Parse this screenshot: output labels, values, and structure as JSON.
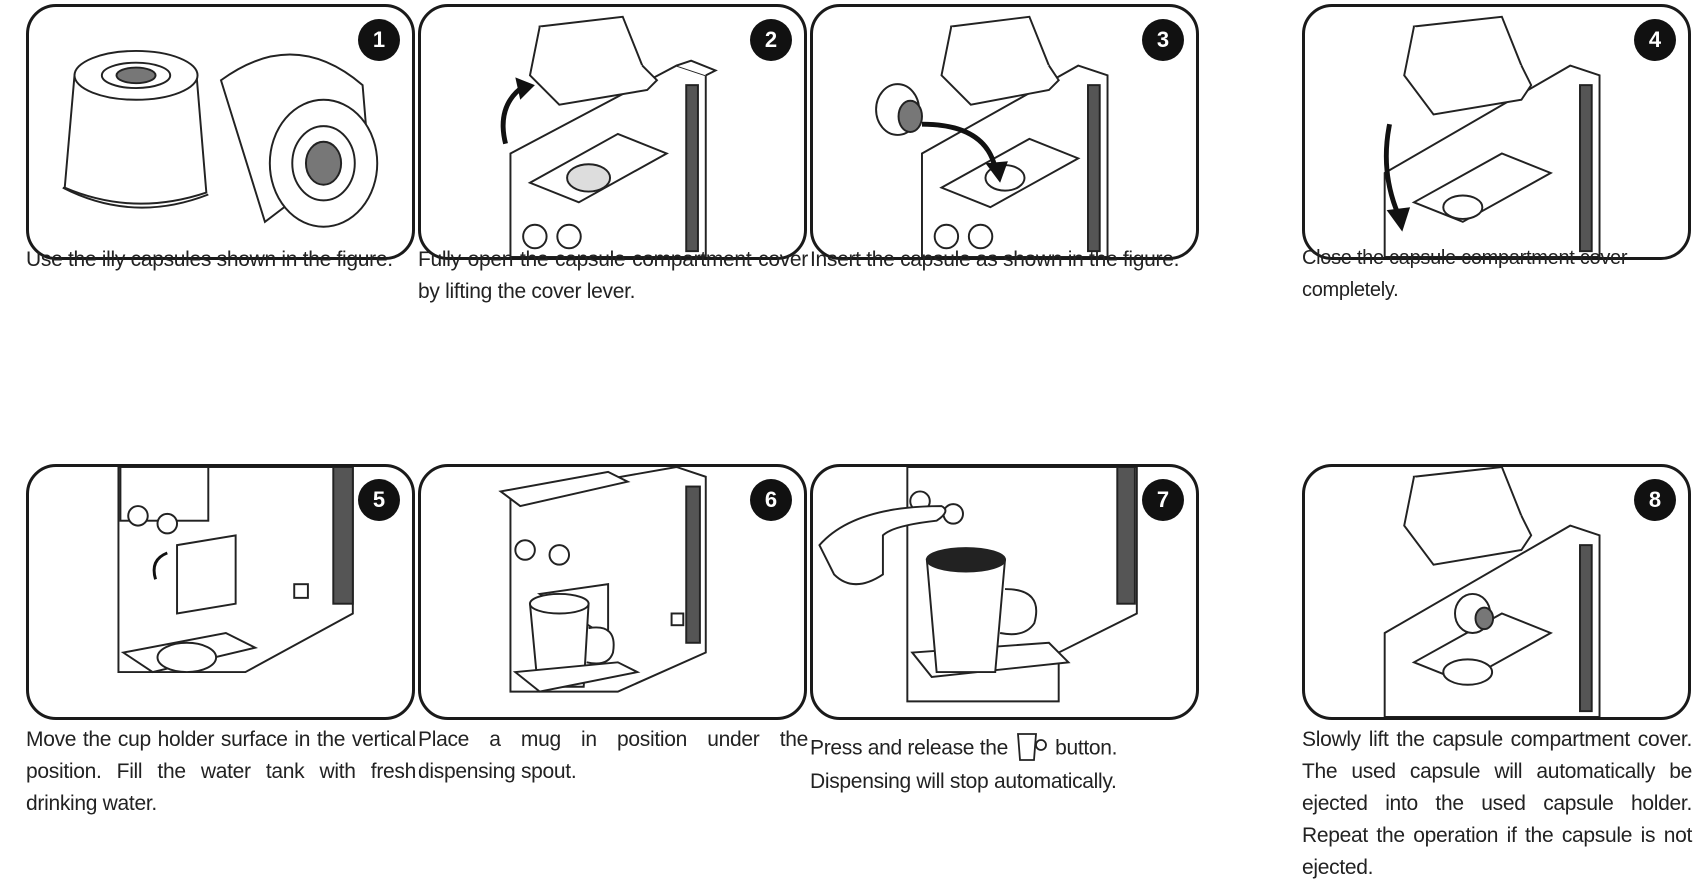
{
  "steps": [
    {
      "number": "1",
      "caption": "Use the illy capsules shown in the figure."
    },
    {
      "number": "2",
      "caption": "Fully open the capsule compartment cover by lifting the cover lever."
    },
    {
      "number": "3",
      "caption": "Insert the capsule as shown in the figure."
    },
    {
      "number": "4",
      "caption": "Close the capsule compartment cover completely."
    },
    {
      "number": "5",
      "caption": "Move the cup holder surface in the vertical position. Fill the water tank with fresh drinking water."
    },
    {
      "number": "6",
      "caption": "Place a mug in position under the dispensing spout."
    },
    {
      "number": "7",
      "caption_before": "Press and release the",
      "caption_after": "button. Dispensing will stop automatically.",
      "icon": "cup-icon"
    },
    {
      "number": "8",
      "caption": "Slowly lift the capsule compartment cover. The used capsule will automatically be ejected into the used capsule holder. Repeat the operation if the capsule is not ejected."
    }
  ]
}
